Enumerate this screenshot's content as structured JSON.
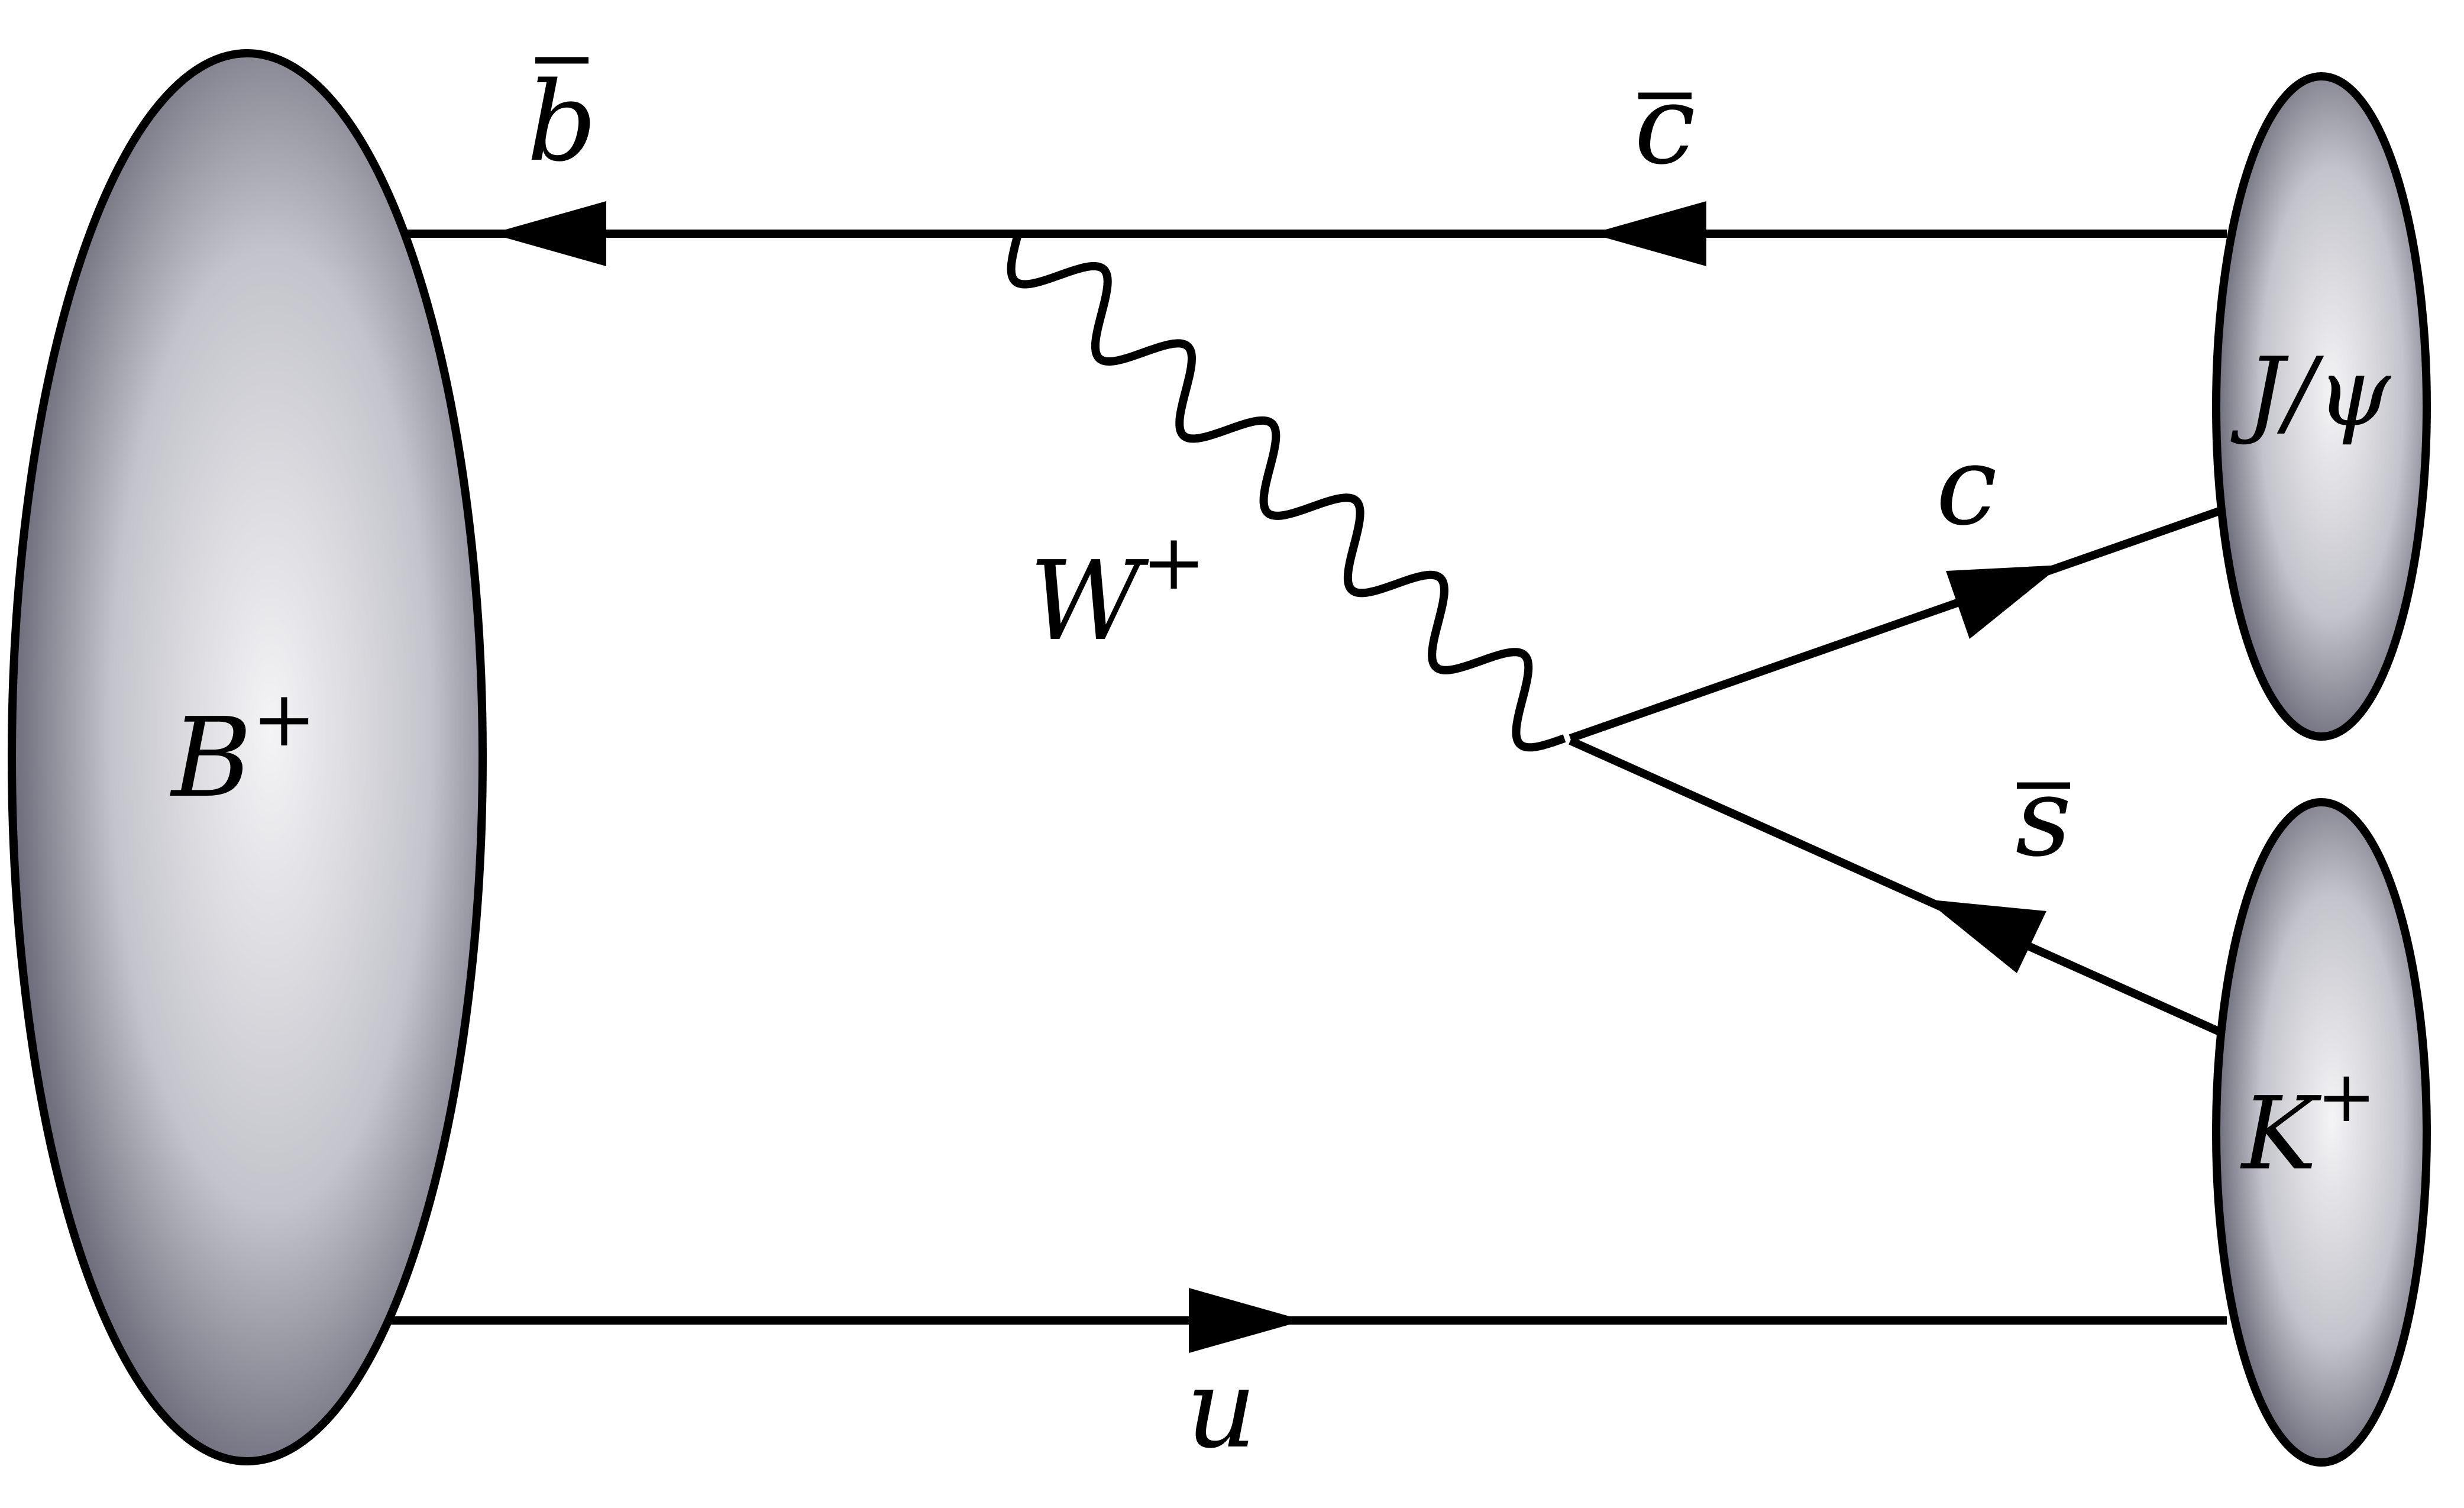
{
  "hadrons": {
    "initial": {
      "name": "B",
      "charge": "+"
    },
    "jpsi": {
      "name": "J/ψ"
    },
    "kaon": {
      "name": "K",
      "charge": "+"
    }
  },
  "quarks": {
    "bbar": "b",
    "cbar": "c",
    "c": "c",
    "sbar": "s",
    "u": "u"
  },
  "boson": {
    "name": "W",
    "charge": "+"
  }
}
